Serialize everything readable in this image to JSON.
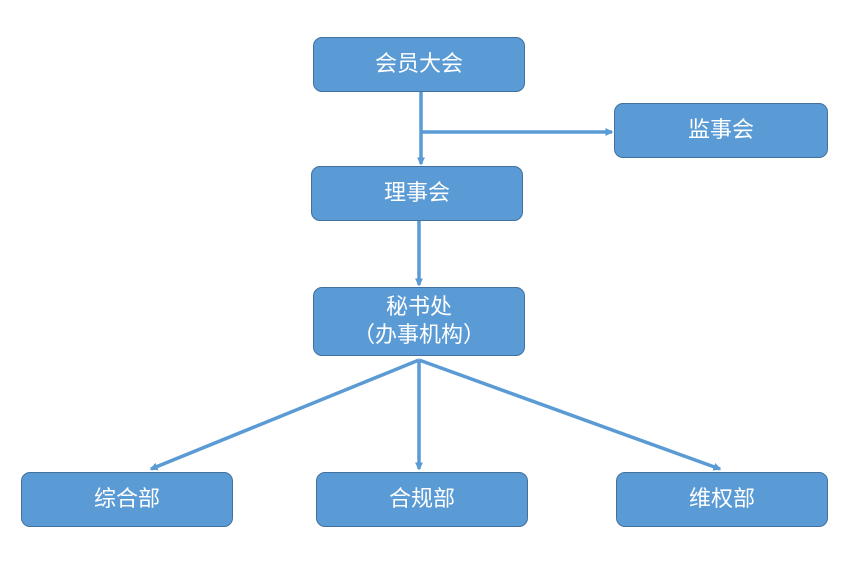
{
  "nodes": {
    "assembly": "会员大会",
    "supervisory": "监事会",
    "council": "理事会",
    "secretariat_line1": "秘书处",
    "secretariat_line2": "（办事机构）",
    "general": "综合部",
    "compliance": "合规部",
    "rights": "维权部"
  },
  "colors": {
    "box_fill": "#5b9bd5",
    "box_border": "#41719c",
    "arrow": "#5b9bd5",
    "text": "#ffffff"
  }
}
